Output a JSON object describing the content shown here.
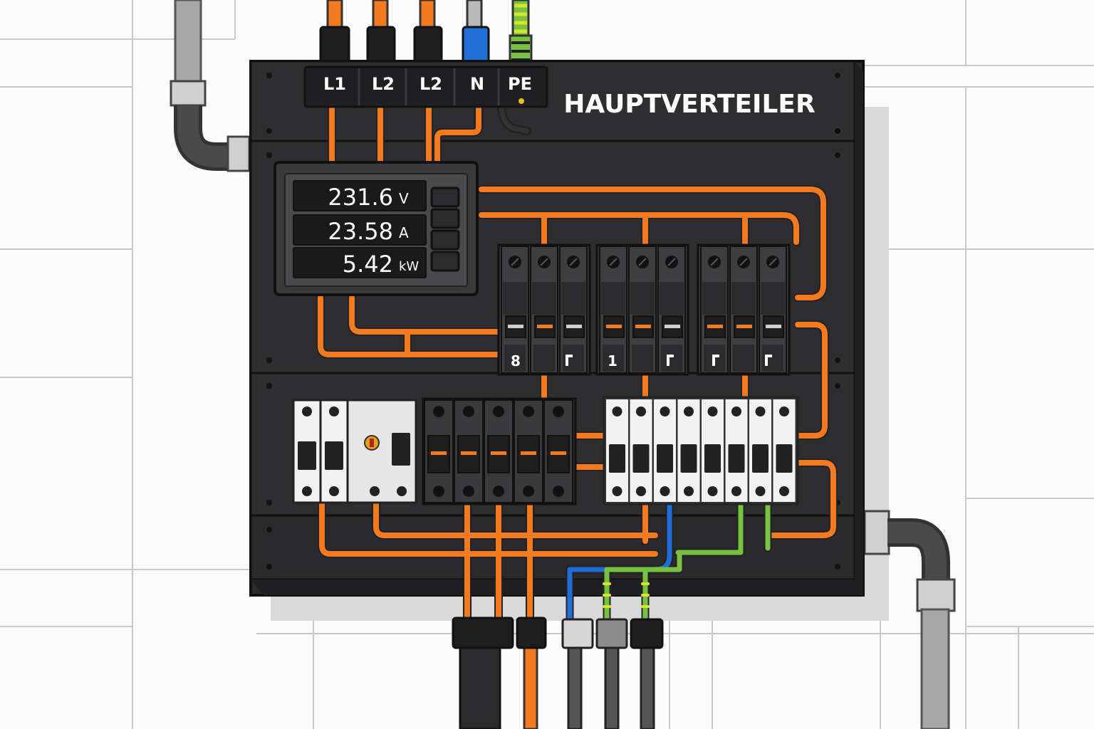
{
  "panel": {
    "title": "HAUPTVERTEILER"
  },
  "terminals": [
    {
      "label": "L1"
    },
    {
      "label": "L2"
    },
    {
      "label": "L2"
    },
    {
      "label": "N"
    },
    {
      "label": "PE"
    }
  ],
  "meter": {
    "voltage": {
      "value": "231.6",
      "unit": "V"
    },
    "current": {
      "value": "23.58",
      "unit": "A"
    },
    "power": {
      "value": "5.42",
      "unit": "kW"
    }
  },
  "breaker_groups": [
    {
      "marker": "8"
    },
    {
      "marker": "1"
    }
  ],
  "colors": {
    "phase": "#f47a1f",
    "neutral": "#1f6fd6",
    "earth_green": "#79c142",
    "earth_yellow": "#d9e52a",
    "panel": "#2e2e30",
    "panel_dark": "#1f1f21",
    "breaker_dark": "#3a3a3c",
    "breaker_light": "#f2f2f2"
  },
  "icons": {
    "screw": "screw-icon",
    "indicator": "indicator-light-icon"
  }
}
